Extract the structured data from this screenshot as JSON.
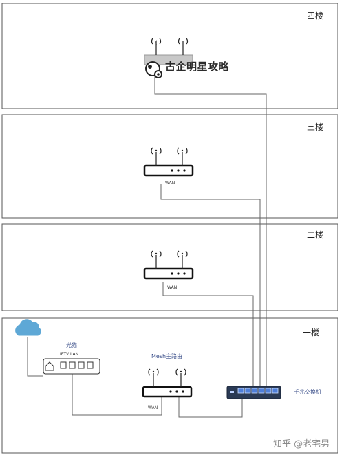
{
  "floors": [
    {
      "id": "4",
      "label": "四楼"
    },
    {
      "id": "3",
      "label": "三楼"
    },
    {
      "id": "2",
      "label": "二楼"
    },
    {
      "id": "1",
      "label": "一楼"
    }
  ],
  "devices": {
    "router_f3_port": "WAN",
    "router_f2_port": "WAN",
    "main_router_label": "Mesh主路由",
    "main_router_port": "WAN",
    "modem_label": "光猫",
    "modem_iptv": "IPTV",
    "modem_lan": "LAN",
    "switch_label": "千兆交换机"
  },
  "watermarks": {
    "guide": "古企明星攻略",
    "zhihu": "知乎 @老宅男"
  },
  "colors": {
    "border": "#555555",
    "line": "#666666",
    "cloud": "#5ea8d6",
    "switch": "#2a3a55",
    "text_blue": "#3b4f8a"
  }
}
